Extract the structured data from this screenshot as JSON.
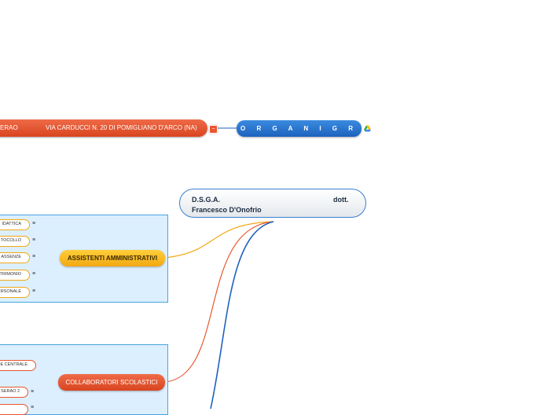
{
  "header_branch": {
    "left_text": "ERAO",
    "right_text": "VIA CARDUCCI N. 20 DI POMIGLIANO D'ARCO (NA)"
  },
  "central_node": {
    "label": "O R G A N I G R A M M A"
  },
  "dsga_node": {
    "line1": "D.S.G.A.",
    "line1_right": "dott.",
    "line2": "Francesco D'Onofrio"
  },
  "assistenti": {
    "label": "ASSISTENTI AMMINISTRATIVI",
    "leaves": [
      "IDATTICA",
      "TOCOLLO",
      "ASSENZE",
      "TRIMONIO",
      "ERSONALE"
    ]
  },
  "collaboratori": {
    "label": "COLLABORATORI SCOLASTICI",
    "leaves": [
      "DE CENTRALE",
      "SERAO 2",
      ""
    ]
  },
  "colors": {
    "blue": "#1e62bd",
    "red": "#d8451f",
    "orange": "#f2a812",
    "panel": "#dcefff"
  },
  "icons": {
    "note": "note-icon",
    "drive": "drive-icon"
  }
}
